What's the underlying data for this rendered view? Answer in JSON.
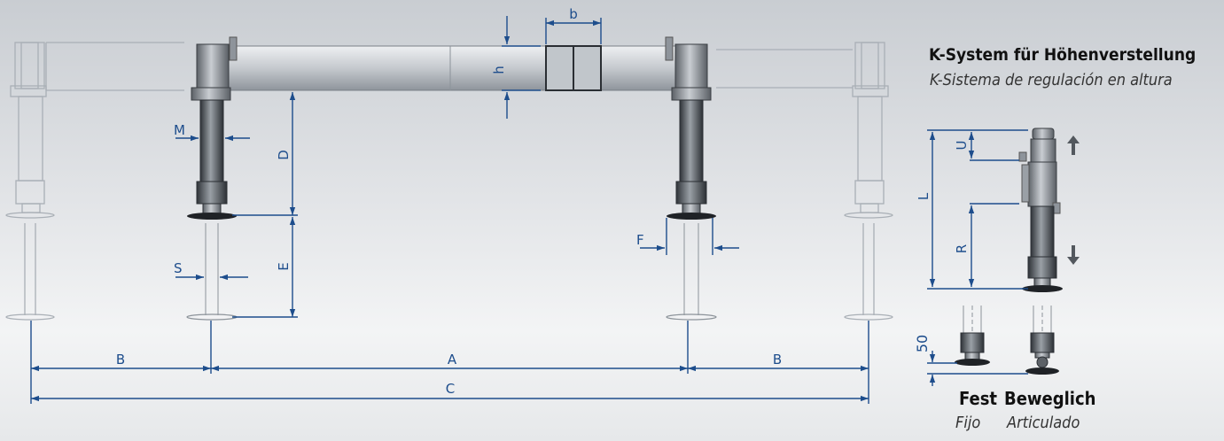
{
  "header": {
    "title": "K-System für Höhenverstellung",
    "subtitle": "K-Sistema de regulación en altura"
  },
  "labels": {
    "fest": "Fest",
    "beweglich": "Beweglich",
    "fijo": "Fijo",
    "articulado": "Articulado"
  },
  "dimensions": {
    "b_small": "b",
    "h": "h",
    "M": "M",
    "D": "D",
    "E": "E",
    "S": "S",
    "F": "F",
    "B_left": "B",
    "A": "A",
    "B_right": "B",
    "C": "C",
    "U": "U",
    "L": "L",
    "R": "R",
    "fifty": "50"
  },
  "colors": {
    "dimension": "#1d4d8c",
    "metal": "#8e949b",
    "background": "#e4e6e8"
  },
  "icons": {
    "up": "arrow-up-icon",
    "down": "arrow-down-icon"
  }
}
